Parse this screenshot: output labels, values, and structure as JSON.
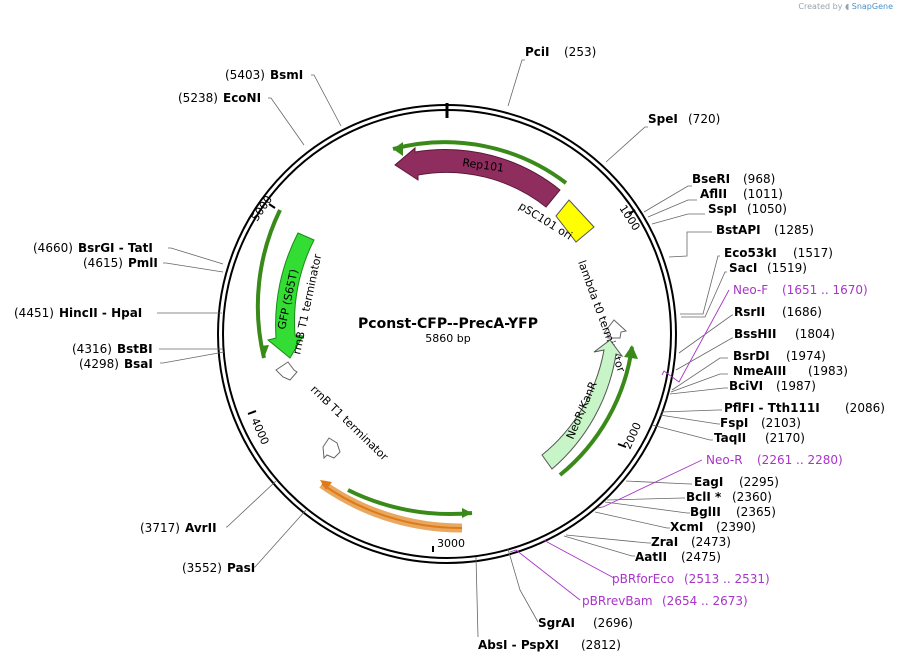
{
  "credit": {
    "text": "Created by",
    "brand": "SnapGene"
  },
  "plasmid": {
    "name": "Pconst-CFP--PrecA-YFP",
    "length_label": "5860 bp"
  },
  "ticks": [
    "1000",
    "2000",
    "3000",
    "4000",
    "5000"
  ],
  "sites": [
    {
      "name": "PciI",
      "pos": "(253)"
    },
    {
      "name": "SpeI",
      "pos": "(720)"
    },
    {
      "name": "BseRI",
      "pos": "(968)"
    },
    {
      "name": "AflII",
      "pos": "(1011)"
    },
    {
      "name": "SspI",
      "pos": "(1050)"
    },
    {
      "name": "BstAPI",
      "pos": "(1285)"
    },
    {
      "name": "Eco53kI",
      "pos": "(1517)"
    },
    {
      "name": "SacI",
      "pos": "(1519)"
    },
    {
      "name": "RsrII",
      "pos": "(1686)"
    },
    {
      "name": "BssHII",
      "pos": "(1804)"
    },
    {
      "name": "BsrDI",
      "pos": "(1974)"
    },
    {
      "name": "NmeAIII",
      "pos": "(1983)"
    },
    {
      "name": "BciVI",
      "pos": "(1987)"
    },
    {
      "name": "PflFI  - Tth111I",
      "pos": "(2086)"
    },
    {
      "name": "FspI",
      "pos": "(2103)"
    },
    {
      "name": "TaqII",
      "pos": "(2170)"
    },
    {
      "name": "EagI",
      "pos": "(2295)"
    },
    {
      "name": "BclI *",
      "pos": "(2360)"
    },
    {
      "name": "BglII",
      "pos": "(2365)"
    },
    {
      "name": "XcmI",
      "pos": "(2390)"
    },
    {
      "name": "ZraI",
      "pos": "(2473)"
    },
    {
      "name": "AatII",
      "pos": "(2475)"
    },
    {
      "name": "SgrAI",
      "pos": "(2696)"
    },
    {
      "name": "AbsI  - PspXI",
      "pos": "(2812)"
    },
    {
      "name": "PasI",
      "pos": "(3552)"
    },
    {
      "name": "AvrII",
      "pos": "(3717)"
    },
    {
      "name": "BsaI",
      "pos": "(4298)"
    },
    {
      "name": "BstBI",
      "pos": "(4316)"
    },
    {
      "name": "HincII  - HpaI",
      "pos": "(4451)"
    },
    {
      "name": "PmlI",
      "pos": "(4615)"
    },
    {
      "name": "BsrGI  - TatI",
      "pos": "(4660)"
    },
    {
      "name": "EcoNI",
      "pos": "(5238)"
    },
    {
      "name": "BsmI",
      "pos": "(5403)"
    }
  ],
  "primers": [
    {
      "name": "Neo-F",
      "pos": "(1651 .. 1670)"
    },
    {
      "name": "Neo-R",
      "pos": "(2261 .. 2280)"
    },
    {
      "name": "pBRforEco",
      "pos": "(2513 .. 2531)"
    },
    {
      "name": "pBRrevBam",
      "pos": "(2654 .. 2673)"
    }
  ],
  "features": [
    {
      "name": "Rep101",
      "color": "#8f2d5f"
    },
    {
      "name": "pSC101 ori",
      "color": "#ffff00"
    },
    {
      "name": "lambda t0 terminator",
      "color": "#ffffff"
    },
    {
      "name": "NeoR/KanR",
      "color": "#c8f5c8"
    },
    {
      "name": "rrnB T1 terminator",
      "color": "#ffffff"
    },
    {
      "name": "rrnB T1 terminator",
      "color": "#ffffff"
    },
    {
      "name": "GFP (S65T)",
      "color": "#33dd33"
    }
  ],
  "colors": {
    "primer": "#a834c8",
    "orf_arrow": "#3a8a1a",
    "orange_arrow": "#e88a1a"
  }
}
